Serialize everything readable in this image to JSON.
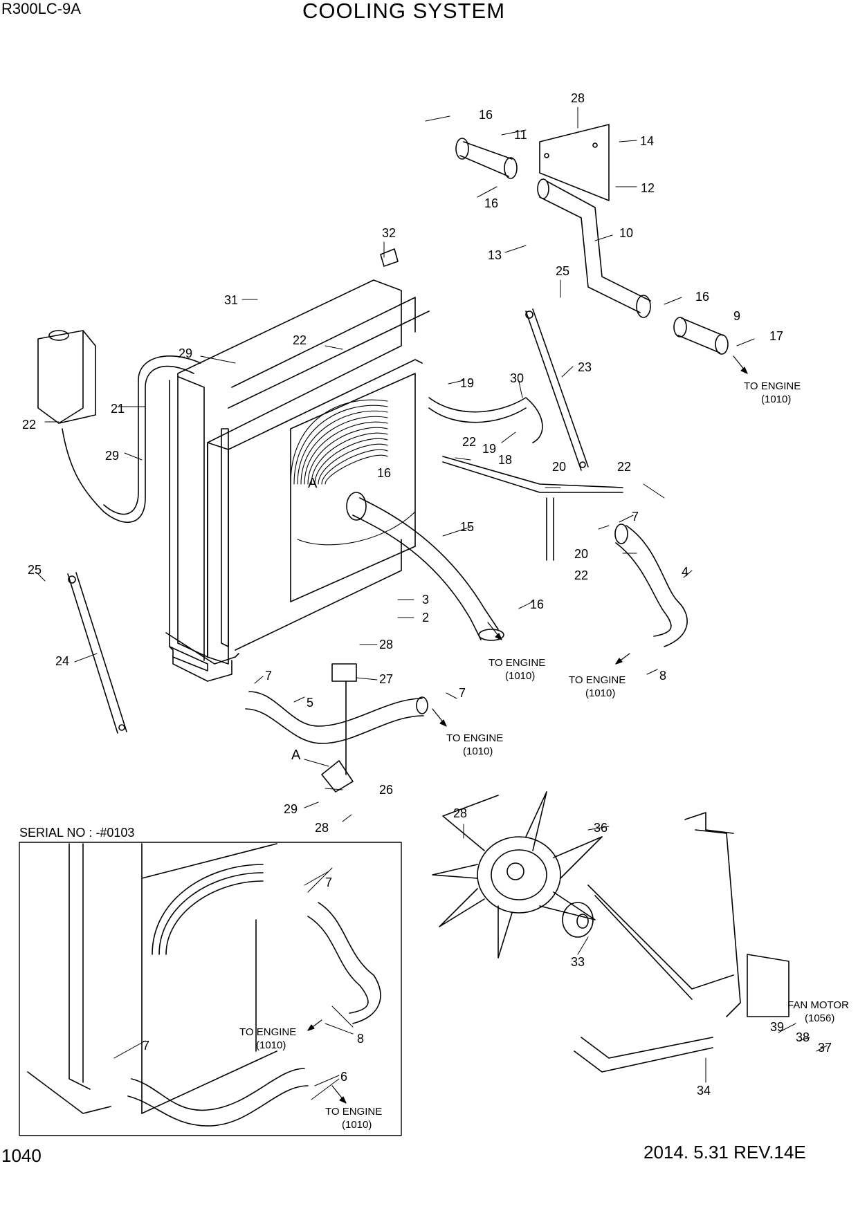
{
  "header": {
    "model": "R300LC-9A",
    "title": "COOLING SYSTEM"
  },
  "footer": {
    "page_number": "1040",
    "revision": "2014. 5.31  REV.14E"
  },
  "inset": {
    "serial_label": "SERIAL NO : -#0103"
  },
  "references": {
    "to_engine": "TO ENGINE",
    "to_engine_code": "(1010)",
    "fan_motor": "FAN MOTOR",
    "fan_motor_code": "(1056)",
    "detail_a": "A"
  },
  "part_callouts": [
    "16",
    "11",
    "28",
    "14",
    "12",
    "16",
    "10",
    "13",
    "32",
    "25",
    "16",
    "9",
    "17",
    "31",
    "22",
    "29",
    "21",
    "22",
    "29",
    "19",
    "30",
    "23",
    "19",
    "18",
    "22",
    "16",
    "20",
    "22",
    "15",
    "7",
    "20",
    "22",
    "4",
    "25",
    "3",
    "2",
    "16",
    "24",
    "28",
    "27",
    "8",
    "7",
    "5",
    "7",
    "26",
    "29",
    "28",
    "28",
    "36",
    "33",
    "7",
    "8",
    "7",
    "6",
    "39",
    "38",
    "37",
    "34"
  ]
}
